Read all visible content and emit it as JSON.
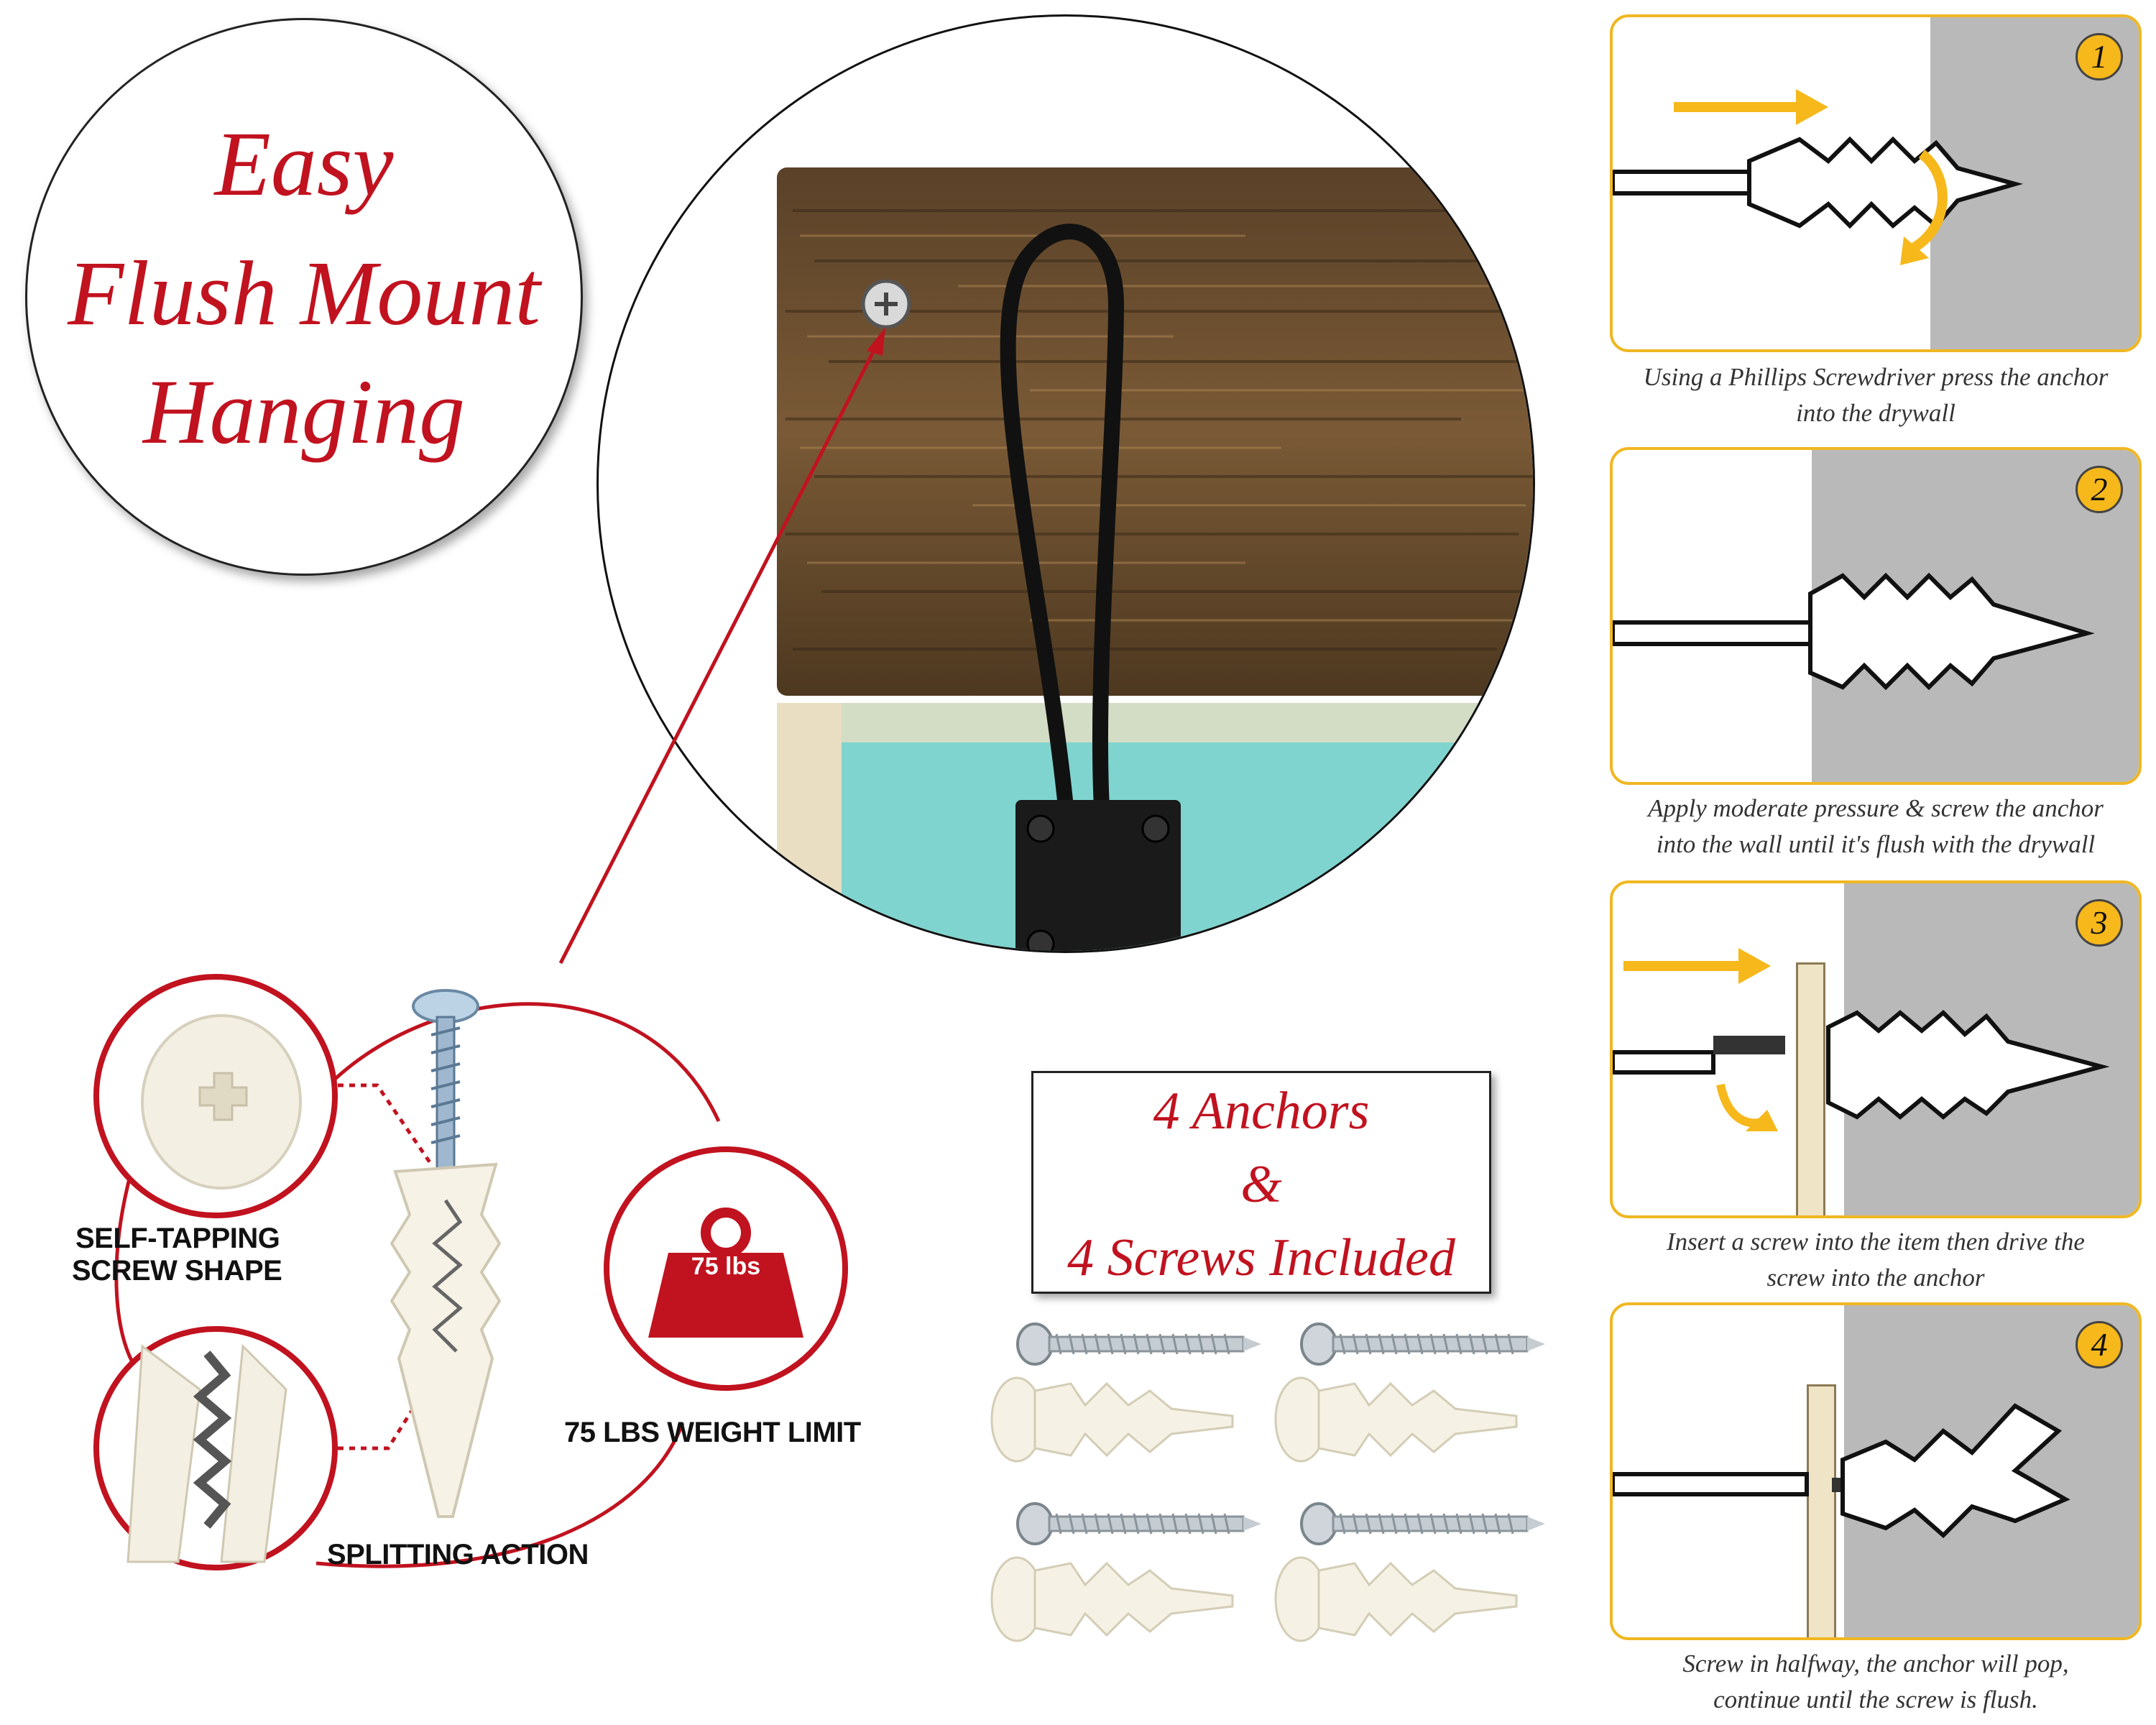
{
  "title": {
    "line1": "Easy",
    "line2": "Flush Mount",
    "line3": "Hanging"
  },
  "anchor_diagram": {
    "self_tapping_label_1": "SELF-TAPPING",
    "self_tapping_label_2": "SCREW SHAPE",
    "splitting_label": "SPLITTING ACTION",
    "weight_label": "75 LBS WEIGHT LIMIT",
    "weight_badge": "75 lbs"
  },
  "included": {
    "line1": "4 Anchors",
    "line2": "&",
    "line3": "4 Screws Included"
  },
  "steps": [
    {
      "number": "1",
      "caption_1": "Using a Phillips Screwdriver press the anchor",
      "caption_2": "into the drywall"
    },
    {
      "number": "2",
      "caption_1": "Apply moderate pressure & screw the anchor",
      "caption_2": "into the wall until it's flush with the drywall"
    },
    {
      "number": "3",
      "caption_1": "Insert a screw into the item then drive the",
      "caption_2": "screw into the anchor"
    },
    {
      "number": "4",
      "caption_1": "Screw in halfway, the anchor will pop,",
      "caption_2": "continue until the screw is flush."
    }
  ],
  "colors": {
    "accent_red": "#c1121f",
    "step_border": "#f0b722",
    "arrow_orange": "#f6b81a",
    "wall_gray": "#b9b9b9",
    "wood_brown": "#6b5032",
    "teal": "#7fd4cf"
  }
}
